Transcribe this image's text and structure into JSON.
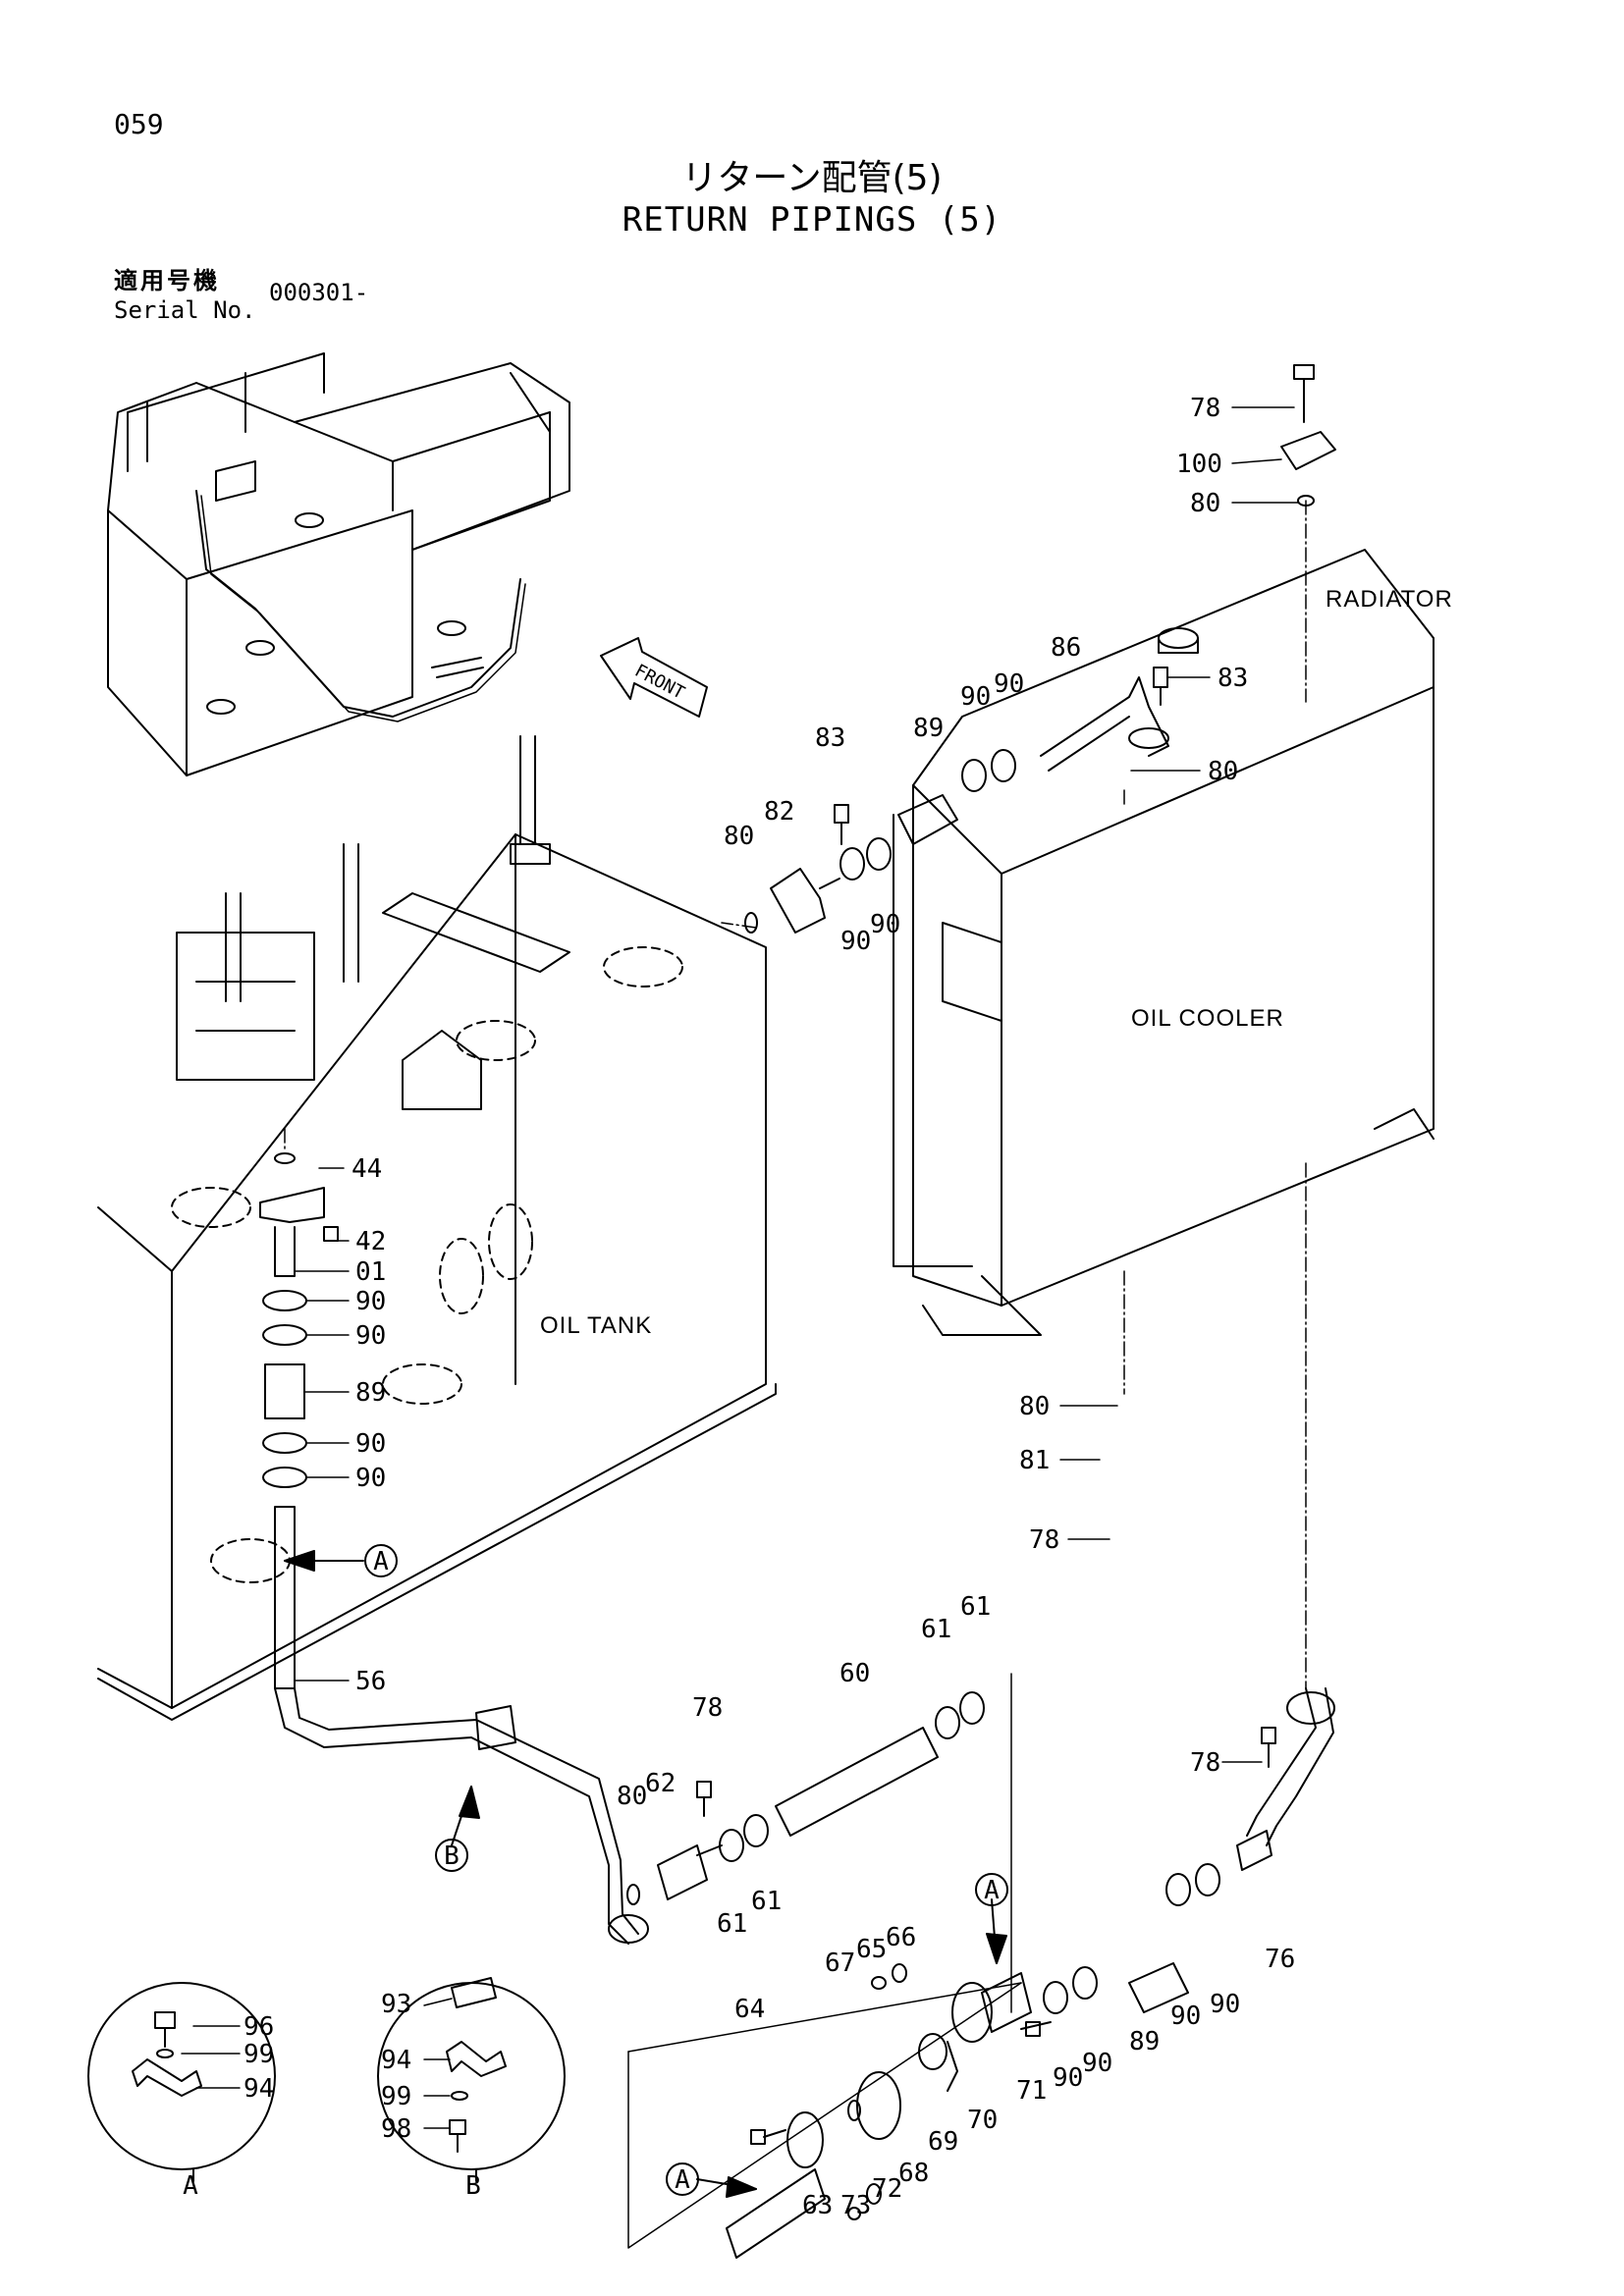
{
  "page_number": "059",
  "title_jp": "リターン配管(5)",
  "title_en": "RETURN PIPINGS (5)",
  "serial": {
    "label_jp": "適用号機",
    "label_en": "Serial No.",
    "value": "000301-"
  },
  "components": {
    "radiator": "RADIATOR",
    "oil_cooler": "OIL COOLER",
    "oil_tank": "OIL TANK",
    "front": "FRONT"
  },
  "detail_views": {
    "a": "A",
    "b": "B"
  },
  "part_callouts": {
    "p78a": "78",
    "p100": "100",
    "p80a": "80",
    "p86": "86",
    "p83a": "83",
    "p90a": "90",
    "p90b": "90",
    "p89a": "89",
    "p80b": "80",
    "p83b": "83",
    "p82": "82",
    "p80c": "80",
    "p90c": "90",
    "p90d": "90",
    "p44": "44",
    "p42": "42",
    "p01": "01",
    "p90e": "90",
    "p90f": "90",
    "p89b": "89",
    "p90g": "90",
    "p90h": "90",
    "p80d": "80",
    "p81": "81",
    "p78b": "78",
    "p56": "56",
    "p78c": "78",
    "p60": "60",
    "p61a": "61",
    "p61b": "61",
    "p80e": "80",
    "p62": "62",
    "p61c": "61",
    "p61d": "61",
    "p78d": "78",
    "p76": "76",
    "p90i": "90",
    "p90j": "90",
    "p89c": "89",
    "p90k": "90",
    "p90l": "90",
    "p71": "71",
    "p70": "70",
    "p67": "67",
    "p65": "65",
    "p66": "66",
    "p64": "64",
    "p69": "69",
    "p68": "68",
    "p72": "72",
    "p73": "73",
    "p63": "63",
    "p96": "96",
    "p99a": "99",
    "p94a": "94",
    "p93": "93",
    "p94b": "94",
    "p99b": "99",
    "p98": "98"
  },
  "arrow_tags": {
    "a1": "A",
    "b1": "B",
    "a2": "A",
    "a3": "A"
  }
}
